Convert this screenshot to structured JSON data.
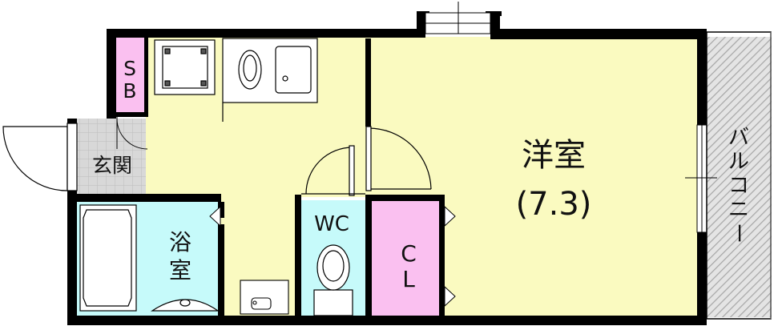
{
  "rooms": {
    "western_room": {
      "name": "洋室",
      "size": "(7.3)"
    },
    "storage_box": {
      "label": "SB"
    },
    "entrance": {
      "label": "玄関"
    },
    "bathroom": {
      "label_line1": "浴",
      "label_line2": "室"
    },
    "toilet": {
      "label": "WC"
    },
    "closet": {
      "label_line1": "C",
      "label_line2": "L"
    },
    "balcony": {
      "label": "バルコニー"
    }
  },
  "colors": {
    "room_floor": "#fafac0",
    "wet_area": "#c6fafa",
    "storage": "#fac0f0",
    "entrance_tile": "#d8d8d8",
    "balcony_hatch": "#b0b0b0",
    "wall": "#000000"
  },
  "icons": [
    "washer-pan-icon",
    "washbasin-icon",
    "bathtub-icon",
    "toilet-icon",
    "sink-icon",
    "door-swing-icon"
  ]
}
